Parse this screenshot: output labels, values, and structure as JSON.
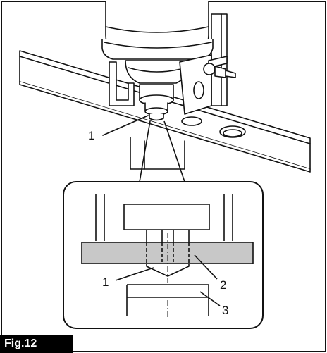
{
  "figure": {
    "label": "Fig.12",
    "callouts": {
      "upper_1": "1",
      "detail_1": "1",
      "detail_2": "2",
      "detail_3": "3"
    }
  },
  "colors": {
    "line": "#111111",
    "plate_fill": "#c8c8c8",
    "label_bg": "#000000"
  }
}
